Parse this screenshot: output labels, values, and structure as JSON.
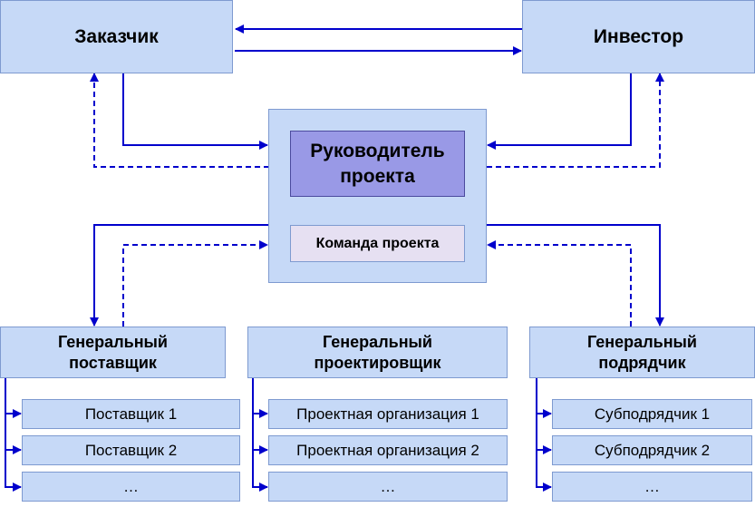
{
  "customer": "Заказчик",
  "investor": "Инвестор",
  "project_manager": "Руководитель проекта",
  "project_team": "Команда проекта",
  "general_supplier": "Генеральный поставщик",
  "general_designer": "Генеральный проектировщик",
  "general_contractor": "Генеральный подрядчик",
  "suppliers": [
    "Поставщик 1",
    "Поставщик 2",
    "…"
  ],
  "design_orgs": [
    "Проектная организация 1",
    "Проектная организация 2",
    "…"
  ],
  "subcontractors": [
    "Субподрядчик 1",
    "Субподрядчик 2",
    "…"
  ],
  "colors": {
    "arrow": "#0000cc",
    "box_fill": "#c6d9f7",
    "manager_fill": "#9999e6",
    "team_fill": "#e6e0f2"
  }
}
